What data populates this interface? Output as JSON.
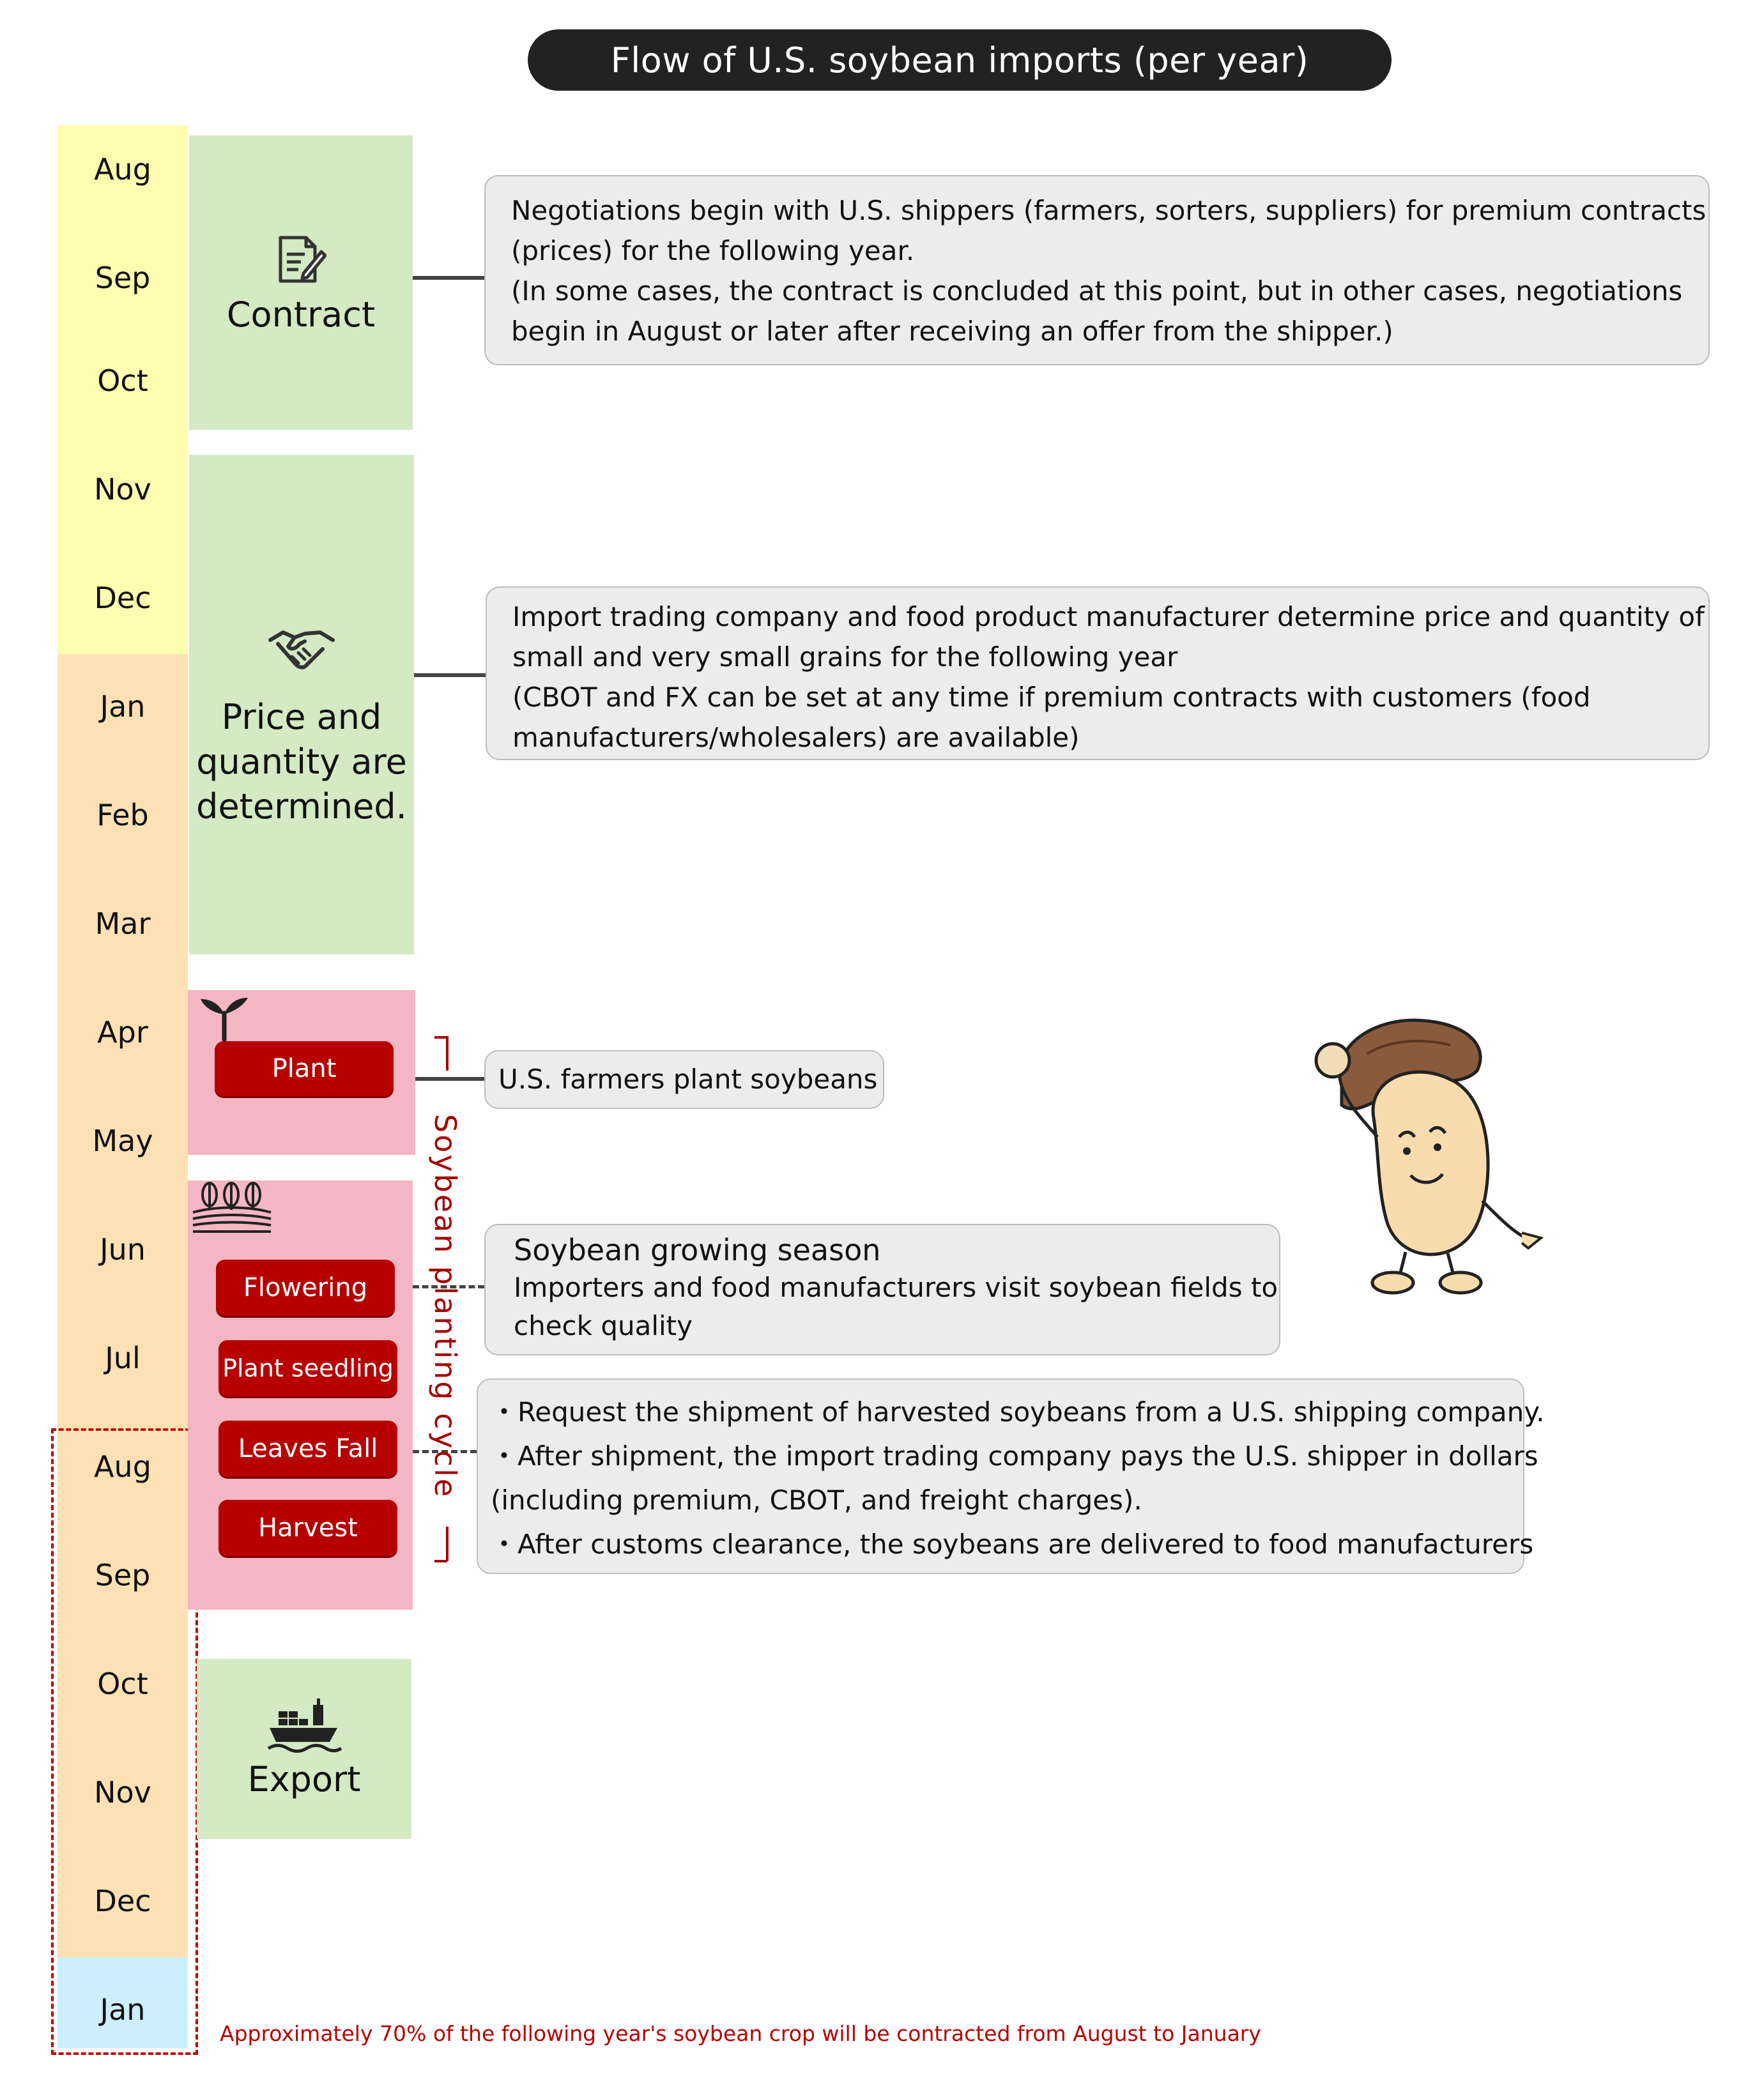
{
  "title": "Flow of U.S. soybean imports (per year)",
  "months": [
    "Aug",
    "Sep",
    "Oct",
    "Nov",
    "Dec",
    "Jan",
    "Feb",
    "Mar",
    "Apr",
    "May",
    "Jun",
    "Jul",
    "Aug",
    "Sep",
    "Oct",
    "Nov",
    "Dec",
    "Jan"
  ],
  "stages": {
    "contract": {
      "label": "Contract",
      "icon": "contract-icon"
    },
    "price": {
      "label_lines": [
        "Price and",
        "quantity are",
        "determined."
      ],
      "icon": "handshake-icon"
    },
    "plant": {
      "label": "Plant",
      "icon": "sprout-icon"
    },
    "growing": {
      "steps": [
        "Flowering",
        "Plant seedling",
        "Leaves Fall",
        "Harvest"
      ],
      "icon": "field-icon"
    },
    "export": {
      "label": "Export",
      "icon": "cargo-ship-icon"
    }
  },
  "cycle_label": "Soybean planting cycle",
  "notes": {
    "contract": [
      "Negotiations begin with U.S. shippers (farmers, sorters, suppliers) for premium contracts",
      "(prices) for the following year.",
      "(In some cases, the contract is concluded at this point, but in other cases, negotiations",
      "begin in August or later after receiving an offer from the shipper.)"
    ],
    "price": [
      "Import trading company and food product manufacturer determine price and quantity of",
      "small and very small grains for the following year",
      "(CBOT and FX can be set at any time if premium contracts with customers (food",
      "manufacturers/wholesalers) are available)"
    ],
    "plant": "U.S. farmers plant soybeans",
    "growing_title": "Soybean growing season",
    "growing": [
      "Importers and food manufacturers visit soybean fields to",
      "check quality"
    ],
    "shipment": [
      "・Request the shipment of harvested soybeans from a U.S. shipping company.",
      "・After shipment, the import trading company pays the U.S. shipper in dollars",
      "(including premium, CBOT, and freight charges).",
      "・After customs clearance, the soybeans are delivered to food manufacturers"
    ]
  },
  "footnote": "Approximately 70% of the following year's soybean crop will be contracted from August to January",
  "colors": {
    "month_yellow": "#fffeb0",
    "month_orange": "#fde1b5",
    "month_blue": "#cdeffc",
    "stage_green": "#d3eac4",
    "stage_pink": "#f4b6c3",
    "pill_red": "#b70000",
    "note_gray": "#ececec",
    "title_bg": "#222222"
  }
}
